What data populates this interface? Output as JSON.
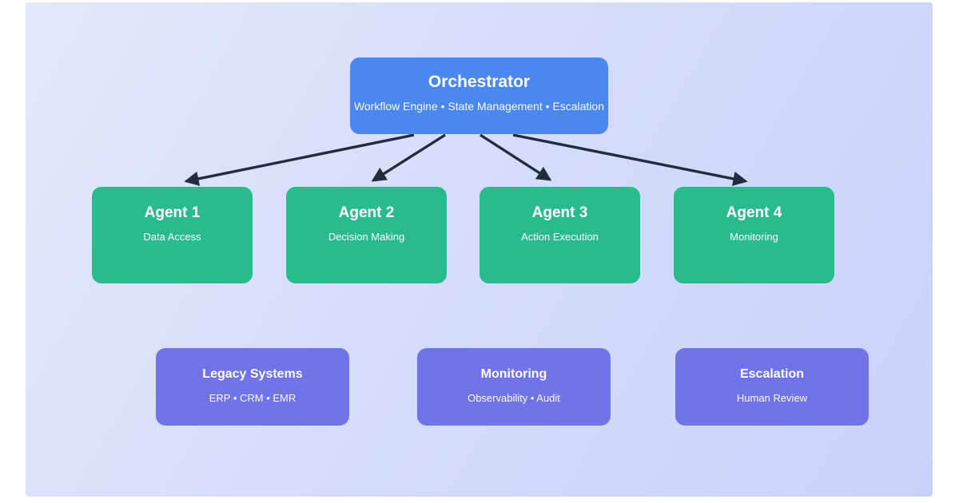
{
  "diagram": {
    "type": "architecture-flow",
    "colors": {
      "canvas_gradient_start": "#e4e8fc",
      "canvas_gradient_end": "#c9d3f9",
      "page_background": "#ffffff",
      "orchestrator_fill": "#4a87ee",
      "agent_fill": "#2abb8c",
      "system_fill": "#7174e8",
      "arrow": "#212c3e",
      "text": "#ffffff"
    },
    "orchestrator": {
      "title": "Orchestrator",
      "subtitle": "Workflow Engine • State Management • Escalation"
    },
    "agents": [
      {
        "title": "Agent 1",
        "subtitle": "Data Access"
      },
      {
        "title": "Agent 2",
        "subtitle": "Decision Making"
      },
      {
        "title": "Agent 3",
        "subtitle": "Action Execution"
      },
      {
        "title": "Agent 4",
        "subtitle": "Monitoring"
      }
    ],
    "systems": [
      {
        "title": "Legacy Systems",
        "subtitle": "ERP • CRM • EMR"
      },
      {
        "title": "Monitoring",
        "subtitle": "Observability • Audit"
      },
      {
        "title": "Escalation",
        "subtitle": "Human Review"
      }
    ]
  }
}
